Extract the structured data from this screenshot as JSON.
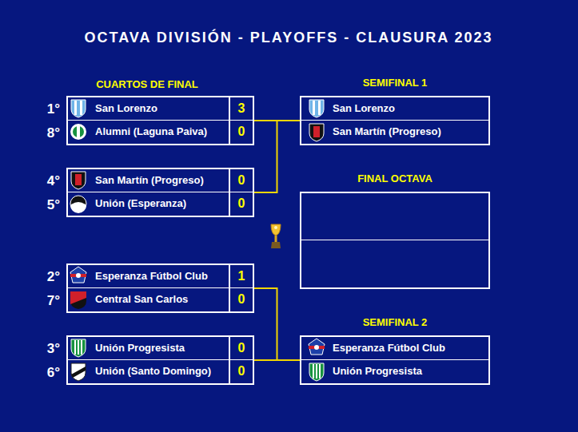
{
  "diagram": {
    "title": "OCTAVA DIVISIÓN - PLAYOFFS - CLAUSURA 2023",
    "nodes": [
      {
        "text": []
      },
      {
        "text": [
          "San Lorenzo",
          "3"
        ],
        "in": 0
      },
      {
        "text": [
          "Alumni (Laguna Paiva)",
          "0"
        ],
        "in": 0
      },
      {
        "text": [
          "SEMIFINAL 1"
        ]
      },
      {
        "text": [
          "San Lorenzo"
        ],
        "in": 3
      },
      {
        "text": [
          "San Martín (Progreso)"
        ],
        "in": 3
      },
      {
        "text": []
      },
      {
        "text": [
          "San Martín (Progreso)",
          "0"
        ],
        "in": 6
      },
      {
        "text": [
          "Unión (Esperanza)",
          "0"
        ],
        "in": 6
      },
      {
        "text": [
          "FINAL OCTAVA"
        ]
      },
      {
        "text": []
      },
      {
        "text": [
          "Esperanza Fútbol Club",
          "1"
        ],
        "in": 10
      },
      {
        "text": [
          "Central San Carlos",
          "0"
        ],
        "in": 10
      },
      {
        "text": []
      },
      {
        "text": [
          "Unión Progresista",
          "0"
        ],
        "in": 13
      },
      {
        "text": [
          "Unión (Santo Domingo)",
          "0"
        ],
        "in": 13
      },
      {
        "text": [
          "SEMIFINAL 2"
        ]
      },
      {
        "text": [
          "Esperanza Fútbol Club"
        ],
        "in": 16
      },
      {
        "text": [
          "Unión Progresista"
        ],
        "in": 16
      }
    ],
    "edges": [
      {
        "from": 0,
        "to": 3,
        "arrow": "none"
      },
      {
        "from": 6,
        "to": 3,
        "arrow": "none"
      },
      {
        "from": 10,
        "to": 16,
        "arrow": "none"
      },
      {
        "from": 13,
        "to": 16,
        "arrow": "none"
      }
    ],
    "labels": [
      "CUARTOS DE FINAL",
      "1°",
      "8°",
      "4°",
      "5°",
      "2°",
      "7°",
      "3°",
      "6°"
    ]
  }
}
